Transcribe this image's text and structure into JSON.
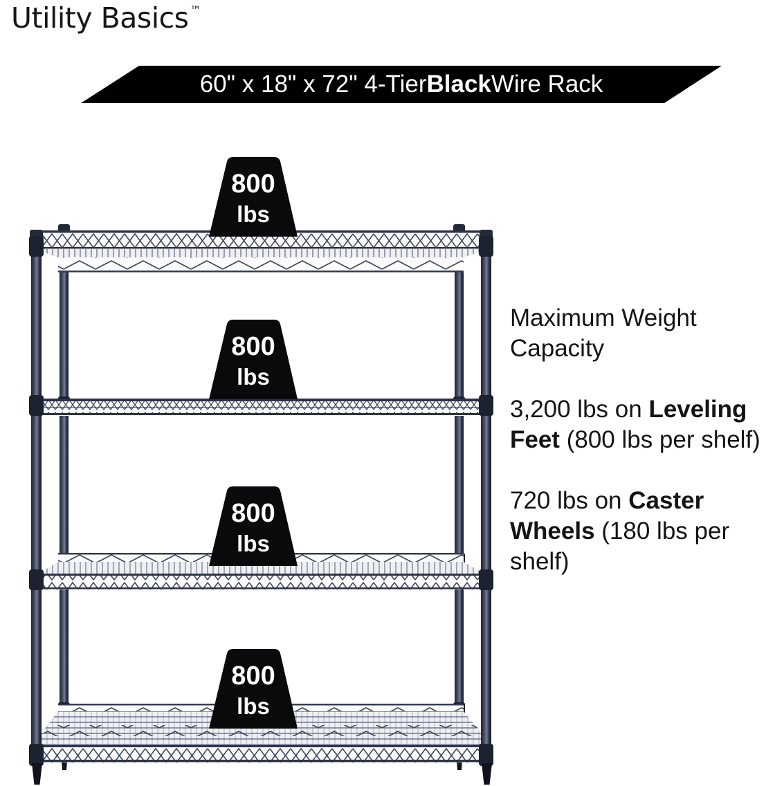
{
  "brand": {
    "name": "Utility Basics",
    "trademark": "™"
  },
  "banner": {
    "prefix": "60\" x 18\" x 72\" 4-Tier ",
    "bold": "Black",
    "suffix": " Wire Rack"
  },
  "shelf_badges": [
    {
      "value": "800",
      "unit": "lbs"
    },
    {
      "value": "800",
      "unit": "lbs"
    },
    {
      "value": "800",
      "unit": "lbs"
    },
    {
      "value": "800",
      "unit": "lbs"
    }
  ],
  "info": {
    "heading": "Maximum Weight Capacity",
    "items": [
      {
        "prefix": "3,200 lbs on ",
        "bold": "Leveling Feet",
        "suffix": " (800 lbs per shelf)"
      },
      {
        "prefix": "720 lbs on ",
        "bold": "Caster Wheels",
        "suffix": " (180 lbs per shelf)"
      }
    ]
  },
  "colors": {
    "banner_bg": "#000000",
    "banner_text": "#ffffff",
    "badge_bg": "#0a0a0c",
    "badge_text": "#ffffff",
    "rack_post": "#343b4e",
    "rack_wire": "#414a5e",
    "body_text": "#141414",
    "background": "#ffffff"
  }
}
